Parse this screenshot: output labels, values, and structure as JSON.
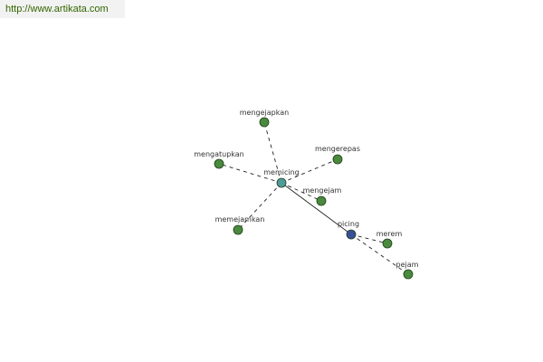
{
  "banner": {
    "url": "http://www.artikata.com"
  },
  "colors": {
    "banner_text": "#336600",
    "banner_bg": "#f2f2f2",
    "node_green": "#4a8a3e",
    "node_teal": "#4f9a9a",
    "node_blue": "#3a4f9a",
    "edge": "#222222"
  },
  "graph": {
    "nodes": [
      {
        "id": "memicing",
        "label": "memicing",
        "kind": "teal"
      },
      {
        "id": "picing",
        "label": "picing",
        "kind": "blue"
      },
      {
        "id": "mengejapkan",
        "label": "mengejapkan",
        "kind": "green"
      },
      {
        "id": "mengatupkan",
        "label": "mengatupkan",
        "kind": "green"
      },
      {
        "id": "mengerepas",
        "label": "mengerepas",
        "kind": "green"
      },
      {
        "id": "mengejam",
        "label": "mengejam",
        "kind": "green"
      },
      {
        "id": "memejamkan",
        "label": "memejamkan",
        "kind": "green"
      },
      {
        "id": "merem",
        "label": "merem",
        "kind": "green"
      },
      {
        "id": "pejam",
        "label": "pejam",
        "kind": "green"
      }
    ],
    "edges": [
      {
        "from": "memicing",
        "to": "mengejapkan",
        "style": "dashed"
      },
      {
        "from": "memicing",
        "to": "mengatupkan",
        "style": "dashed"
      },
      {
        "from": "memicing",
        "to": "mengerepas",
        "style": "dashed"
      },
      {
        "from": "memicing",
        "to": "mengejam",
        "style": "dashed"
      },
      {
        "from": "memicing",
        "to": "memejamkan",
        "style": "dashed"
      },
      {
        "from": "memicing",
        "to": "picing",
        "style": "solid"
      },
      {
        "from": "picing",
        "to": "merem",
        "style": "dashed"
      },
      {
        "from": "picing",
        "to": "pejam",
        "style": "dashed"
      }
    ]
  }
}
